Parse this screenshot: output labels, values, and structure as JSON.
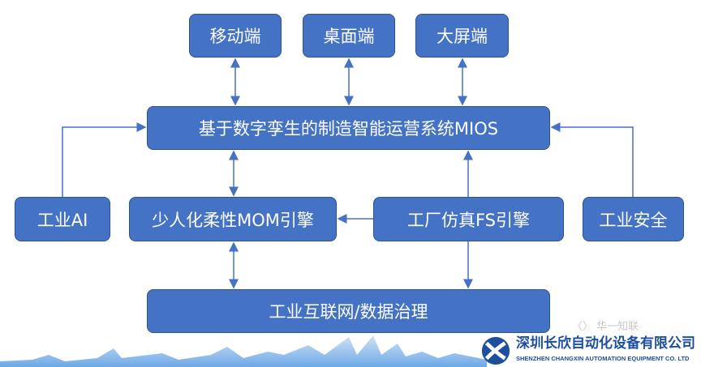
{
  "clients": [
    "移动端",
    "桌面端",
    "大屏端"
  ],
  "platform": "基于数字孪生的制造智能运营系统MIOS",
  "middle": {
    "ai": "工业AI",
    "mom": "少人化柔性MOM引擎",
    "fs": "工厂仿真FS引擎",
    "security": "工业安全"
  },
  "foundation": "工业互联网/数据治理",
  "watermark": "〈〉 华一知联",
  "logo": {
    "cn": "深圳长欣自动化设备有限公司",
    "en": "SHENZHEN CHANGXIN AUTOMATION EQUIPMENT CO. LTD"
  },
  "colors": {
    "box": "#4472c4",
    "border": "#2f528f",
    "arrow": "#4472c4"
  }
}
